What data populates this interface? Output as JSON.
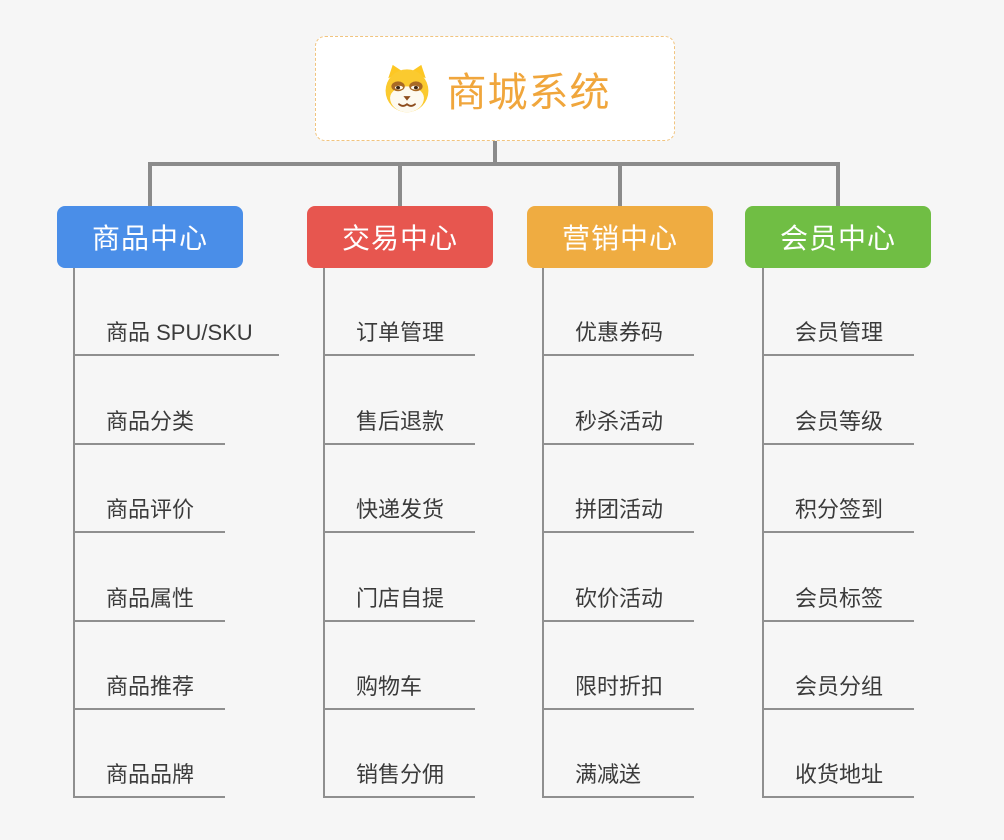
{
  "root": {
    "title": "商城系统",
    "icon": "dog-face-icon",
    "title_color": "#f0a63c",
    "border_color": "#f1c47f"
  },
  "branches": [
    {
      "label": "商品中心",
      "color": "#4a8ee8",
      "items": [
        "商品 SPU/SKU",
        "商品分类",
        "商品评价",
        "商品属性",
        "商品推荐",
        "商品品牌"
      ]
    },
    {
      "label": "交易中心",
      "color": "#e7564f",
      "items": [
        "订单管理",
        "售后退款",
        "快递发货",
        "门店自提",
        "购物车",
        "销售分佣"
      ]
    },
    {
      "label": "营销中心",
      "color": "#efac41",
      "items": [
        "优惠券码",
        "秒杀活动",
        "拼团活动",
        "砍价活动",
        "限时折扣",
        "满减送"
      ]
    },
    {
      "label": "会员中心",
      "color": "#70be44",
      "items": [
        "会员管理",
        "会员等级",
        "积分签到",
        "会员标签",
        "会员分组",
        "收货地址"
      ]
    }
  ],
  "colors": {
    "background": "#f6f6f6",
    "connector": "#8b8b8b",
    "underline": "#8f8f8f",
    "item_text": "#3b3b3b"
  }
}
